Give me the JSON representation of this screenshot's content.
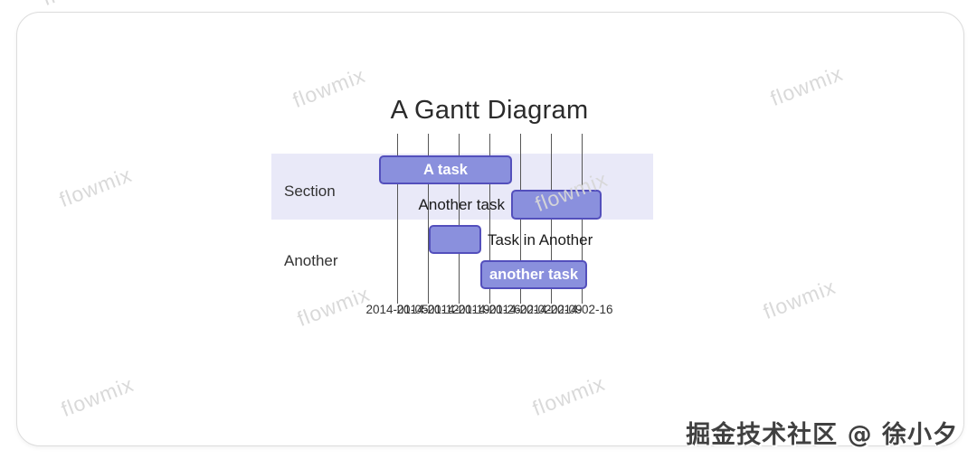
{
  "page": {
    "watermark_text": "flowmix",
    "credit": "掘金技术社区 @ 徐小夕"
  },
  "chart_data": {
    "type": "gantt",
    "title": "A Gantt Diagram",
    "x_ticks": [
      "2014-01-05",
      "2014-01-12",
      "2014-01-19",
      "2014-01-26",
      "2014-02-02",
      "2014-02-09",
      "2014-02-16"
    ],
    "x_range": [
      "2014-01-01",
      "2014-02-20"
    ],
    "tick_interval": "1 week",
    "grid": true,
    "legend_position": "none",
    "sections": [
      {
        "name": "Section",
        "tasks": [
          {
            "label": "A task",
            "start": "2014-01-01",
            "end": "2014-01-31",
            "duration_days": 30,
            "label_placement": "inside"
          },
          {
            "label": "Another task",
            "start": "2014-01-31",
            "end": "2014-02-20",
            "duration_days": 20,
            "label_placement": "left-of-bar"
          }
        ]
      },
      {
        "name": "Another",
        "tasks": [
          {
            "label": "Task in Another",
            "start": "2014-01-12",
            "end": "2014-01-24",
            "duration_days": 12,
            "label_placement": "right-of-bar"
          },
          {
            "label": "another task",
            "start": "2014-01-24",
            "end": "2014-02-17",
            "duration_days": 24,
            "label_placement": "inside"
          }
        ]
      }
    ],
    "colors": {
      "task_fill": "#8a90dd",
      "task_border": "#534fbc",
      "task_text": "#ffffff",
      "section_band": "#e9e9f8",
      "grid_line": "#565656",
      "axis_text": "#333333",
      "title_text": "#2b2b2b"
    }
  }
}
